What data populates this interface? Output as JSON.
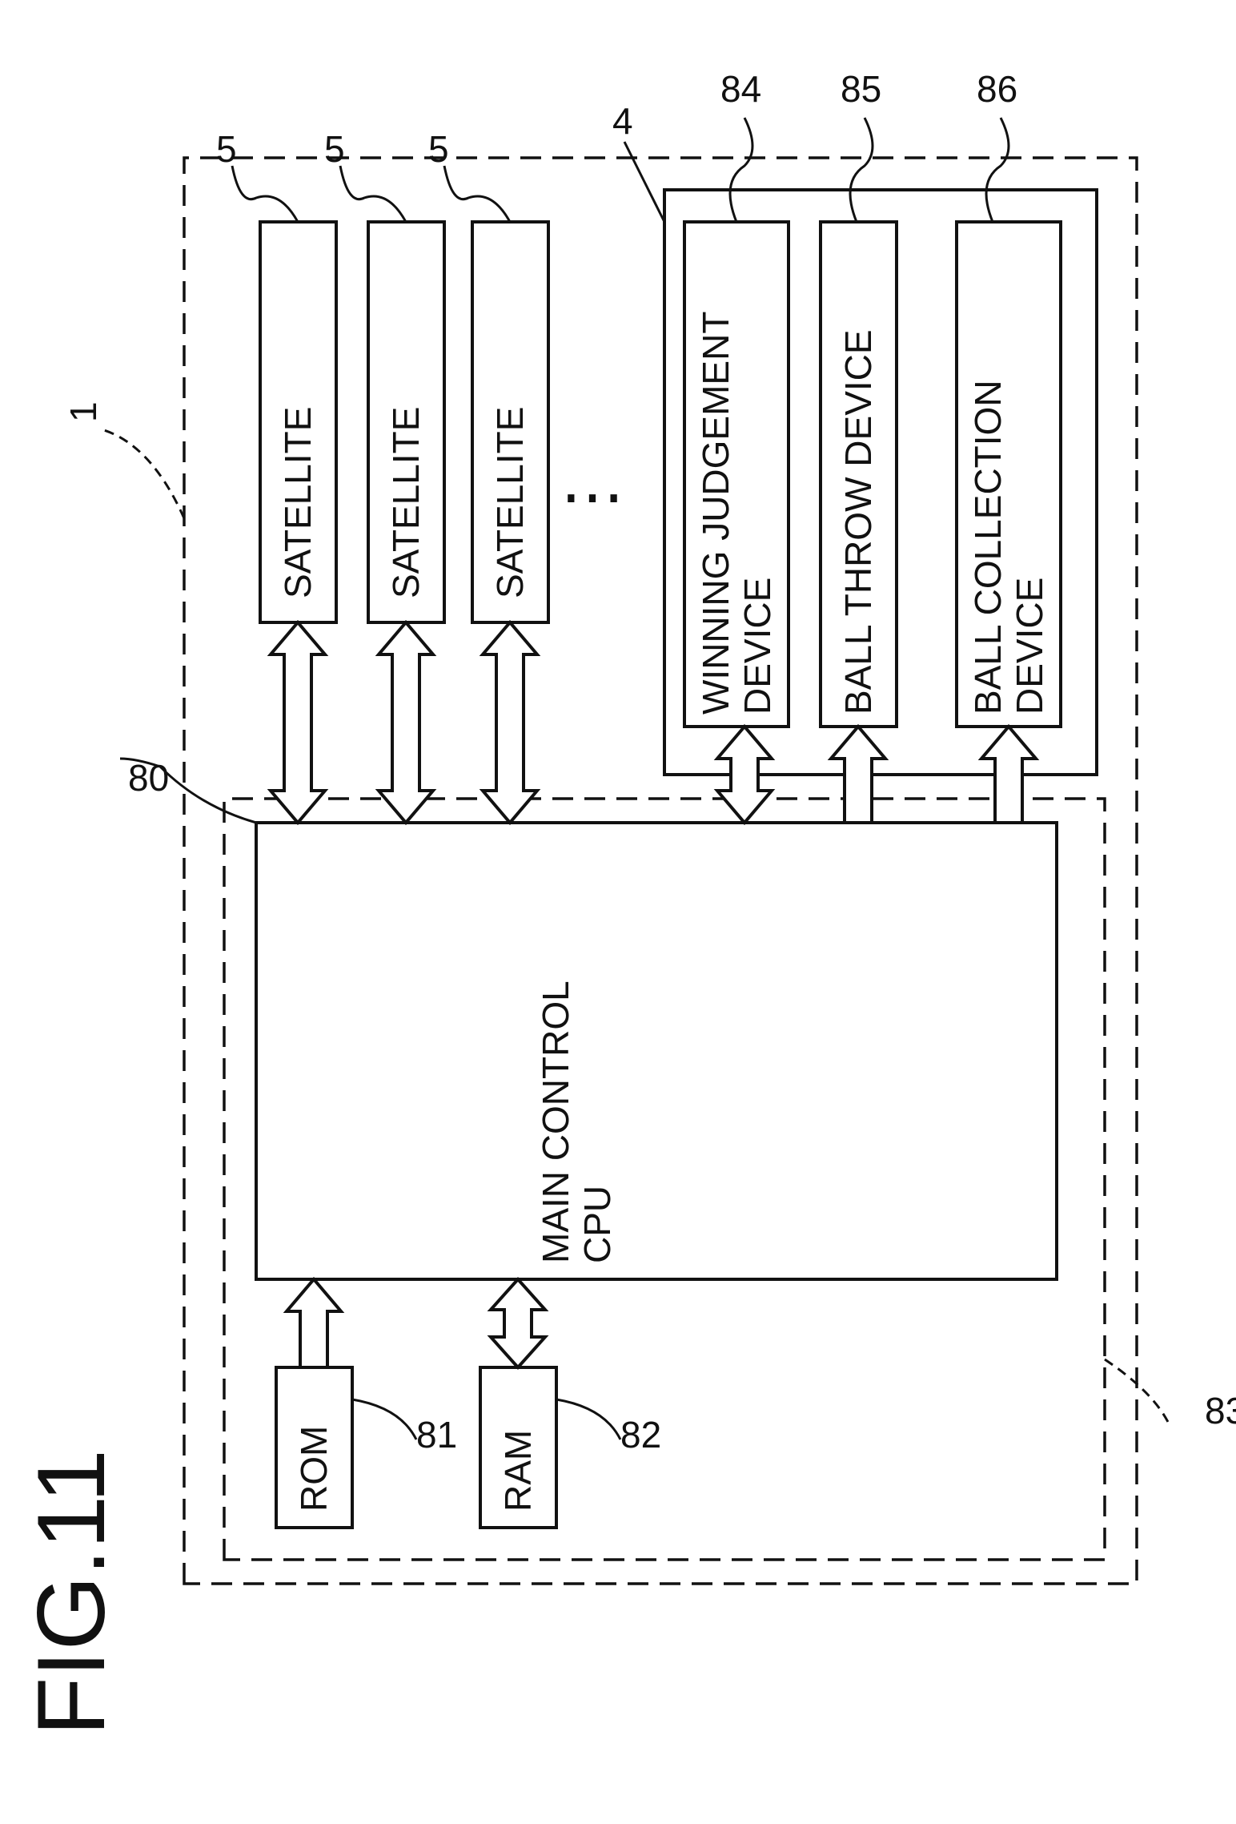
{
  "figure_title": "FIG.11",
  "labels": {
    "satellite": "SATELLITE",
    "main_control_line1": "MAIN CONTROL",
    "main_control_line2": "CPU",
    "rom": "ROM",
    "ram": "RAM",
    "winning_line1": "WINNING JUDGEMENT",
    "winning_line2": "DEVICE",
    "ball_throw": "BALL THROW DEVICE",
    "ball_collection_line1": "BALL COLLECTION",
    "ball_collection_line2": "DEVICE",
    "ellipsis": "⋯"
  },
  "refs": {
    "machine": "1",
    "unit": "4",
    "satellite": "5",
    "main_control": "80",
    "rom": "81",
    "ram": "82",
    "control_board": "83",
    "winning": "84",
    "ball_throw": "85",
    "ball_collection": "86"
  }
}
